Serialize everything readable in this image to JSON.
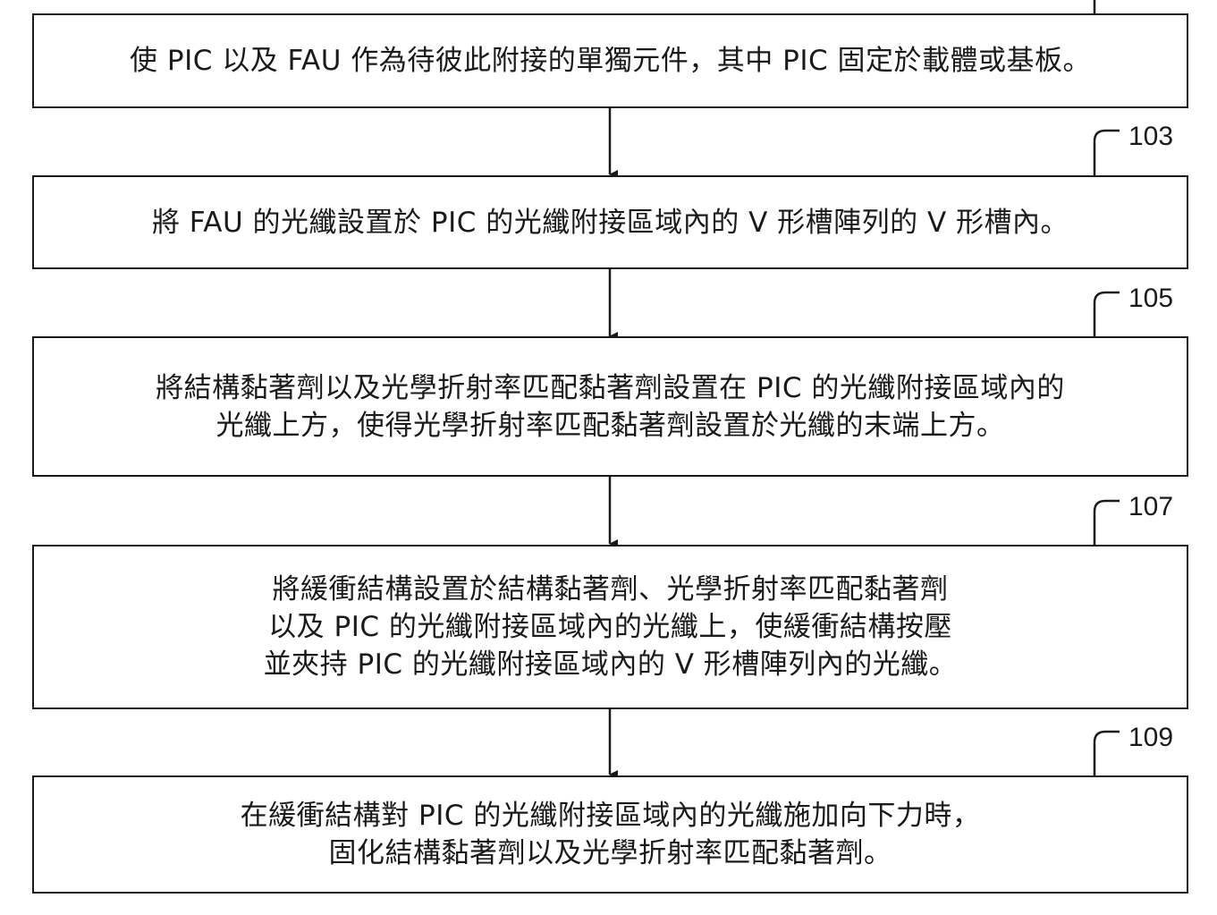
{
  "steps": [
    {
      "ref": "",
      "text": "使 PIC 以及 FAU 作為待彼此附接的單獨元件，其中 PIC 固定於載體或基板。"
    },
    {
      "ref": "103",
      "text": "將 FAU 的光纖設置於 PIC 的光纖附接區域內的 V 形槽陣列的 V 形槽內。"
    },
    {
      "ref": "105",
      "text": "將結構黏著劑以及光學折射率匹配黏著劑設置在 PIC 的光纖附接區域內的\n光纖上方，使得光學折射率匹配黏著劑設置於光纖的末端上方。"
    },
    {
      "ref": "107",
      "text": "將緩衝結構設置於結構黏著劑、光學折射率匹配黏著劑\n以及 PIC 的光纖附接區域內的光纖上，使緩衝結構按壓\n並夾持 PIC 的光纖附接區域內的 V 形槽陣列內的光纖。"
    },
    {
      "ref": "109",
      "text": "在緩衝結構對 PIC 的光纖附接區域內的光纖施加向下力時，\n固化結構黏著劑以及光學折射率匹配黏著劑。"
    }
  ]
}
